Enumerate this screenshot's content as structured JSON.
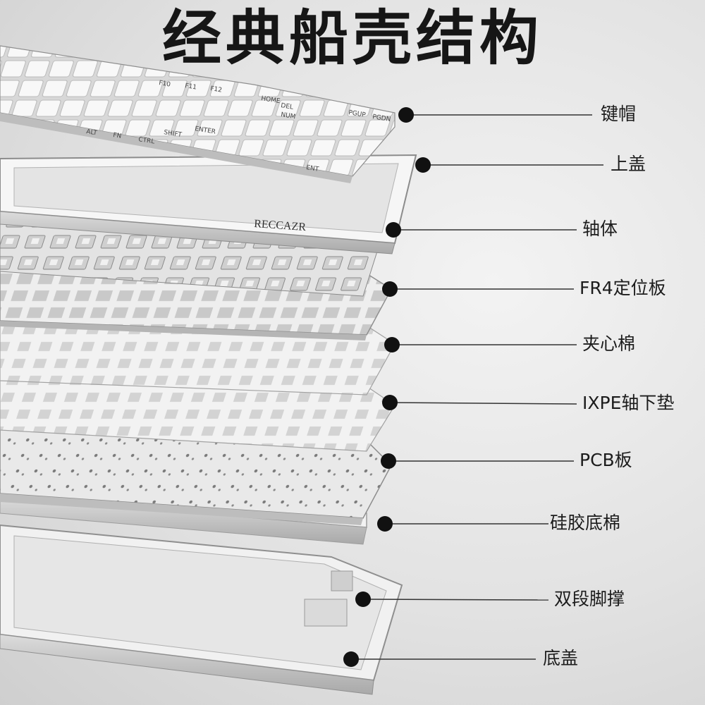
{
  "title": "经典船壳结构",
  "brand": "RECCAZR",
  "layers": [
    {
      "name": "keycaps",
      "label": "键帽"
    },
    {
      "name": "top-case",
      "label": "上盖"
    },
    {
      "name": "switches",
      "label": "轴体"
    },
    {
      "name": "fr4-plate",
      "label": "FR4定位板"
    },
    {
      "name": "sandwich-foam",
      "label": "夹心棉"
    },
    {
      "name": "ixpe-pad",
      "label": "IXPE轴下垫"
    },
    {
      "name": "pcb",
      "label": "PCB板"
    },
    {
      "name": "silicone-foam",
      "label": "硅胶底棉"
    },
    {
      "name": "kickstand",
      "label": "双段脚撑"
    },
    {
      "name": "bottom-case",
      "label": "底盖"
    }
  ],
  "keycap_legends": [
    "ALT",
    "FN",
    "CTRL",
    "SHIFT",
    "ENTER",
    "DEL",
    "ENT",
    "NUM",
    "HOME",
    "PGUP",
    "PGDN",
    "F10",
    "F11",
    "F12"
  ],
  "colors": {
    "dot": "#111111",
    "line": "#333333",
    "shell": "#f4f4f4",
    "edge": "#9a9a9a"
  }
}
